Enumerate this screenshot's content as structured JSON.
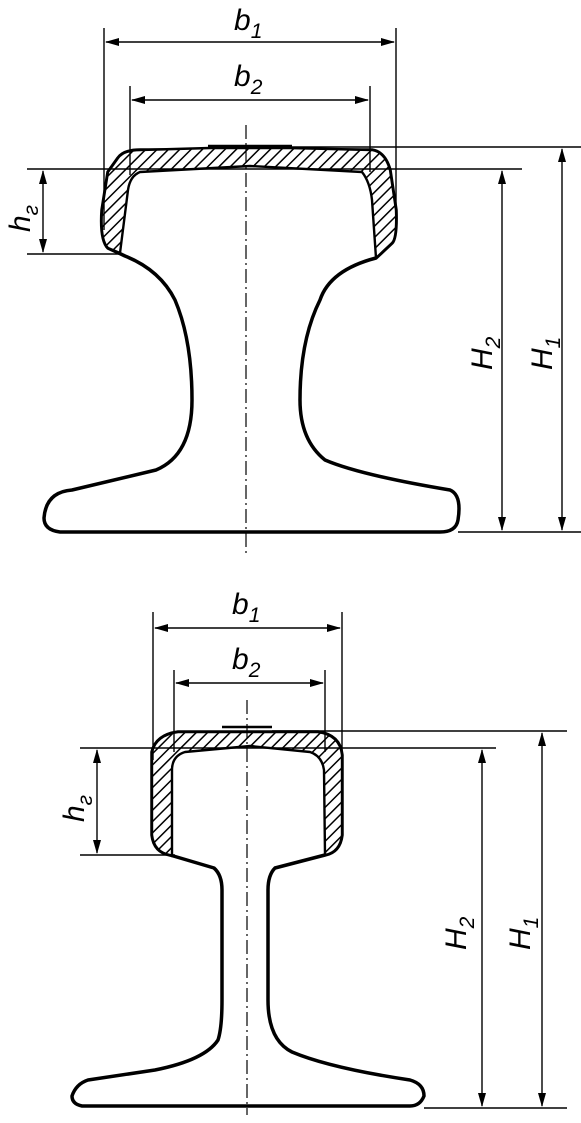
{
  "labels": {
    "b1": "b",
    "b1_sub": "1",
    "b2": "b",
    "b2_sub": "2",
    "hr": "h",
    "hr_sub": "г",
    "H2": "H",
    "H2_sub": "2",
    "H1": "H",
    "H1_sub": "1"
  }
}
